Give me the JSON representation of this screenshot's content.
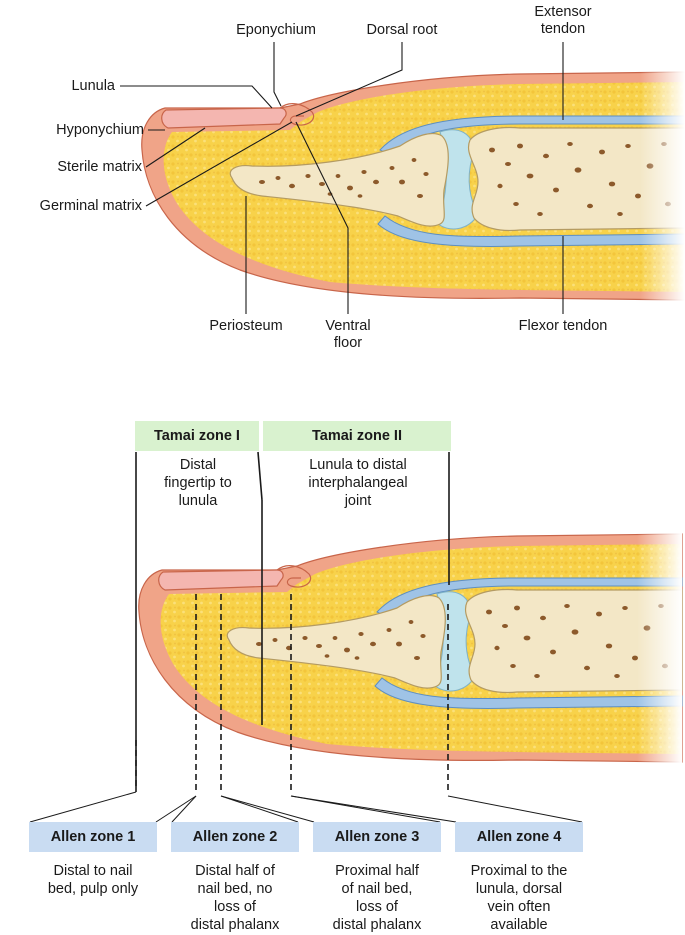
{
  "top_labels": {
    "eponychium": "Eponychium",
    "dorsal_root": "Dorsal root",
    "extensor_tendon": "Extensor\ntendon",
    "lunula": "Lunula",
    "hyponychium": "Hyponychium",
    "sterile_matrix": "Sterile matrix",
    "germinal_matrix": "Germinal matrix",
    "periosteum": "Periosteum",
    "ventral_floor": "Ventral\nfloor",
    "flexor_tendon": "Flexor tendon"
  },
  "tamai_zones": [
    {
      "label": "Tamai zone I",
      "description": "Distal\nfingertip to\nlunula"
    },
    {
      "label": "Tamai zone II",
      "description": "Lunula to distal\ninterphalangeal\njoint"
    }
  ],
  "allen_zones": [
    {
      "label": "Allen zone 1",
      "description": "Distal to nail\nbed, pulp only"
    },
    {
      "label": "Allen zone 2",
      "description": "Distal half of\nnail bed, no\nloss of\ndistal phalanx"
    },
    {
      "label": "Allen zone 3",
      "description": "Proximal half\nof nail bed,\nloss of\ndistal phalanx"
    },
    {
      "label": "Allen zone 4",
      "description": "Proximal to the\nlunula, dorsal\nvein often\navailable"
    }
  ],
  "colors": {
    "skin": "#f0a488",
    "skin_edge": "#c8654a",
    "fat": "#f8d24a",
    "bone": "#f3e7c6",
    "marrow": "#8c5a2b",
    "tendon": "#9fc3e6",
    "cartilage": "#bfe3ec",
    "nail": "#f4b6b0",
    "tamai_box": "#d9f2cf",
    "allen_box": "#c9dcf2"
  }
}
